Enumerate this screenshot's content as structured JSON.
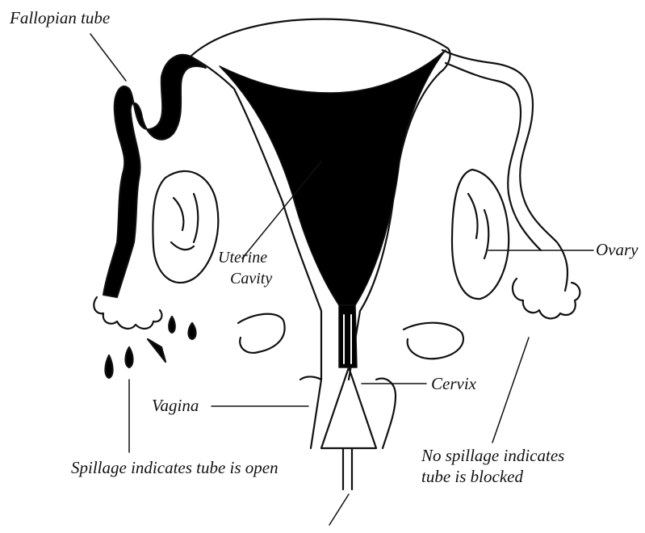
{
  "labels": {
    "fallopian_tube": "Fallopian tube",
    "uterine_line1": "Uterine",
    "uterine_line2": "Cavity",
    "ovary": "Ovary",
    "cervix": "Cervix",
    "vagina": "Vagina",
    "spillage_open": "Spillage indicates tube is open",
    "no_spillage_line1": "No spillage indicates",
    "no_spillage_line2": "tube is blocked"
  },
  "colors": {
    "ink": "#111111",
    "contrast_fill": "#000000",
    "paper": "#ffffff"
  }
}
